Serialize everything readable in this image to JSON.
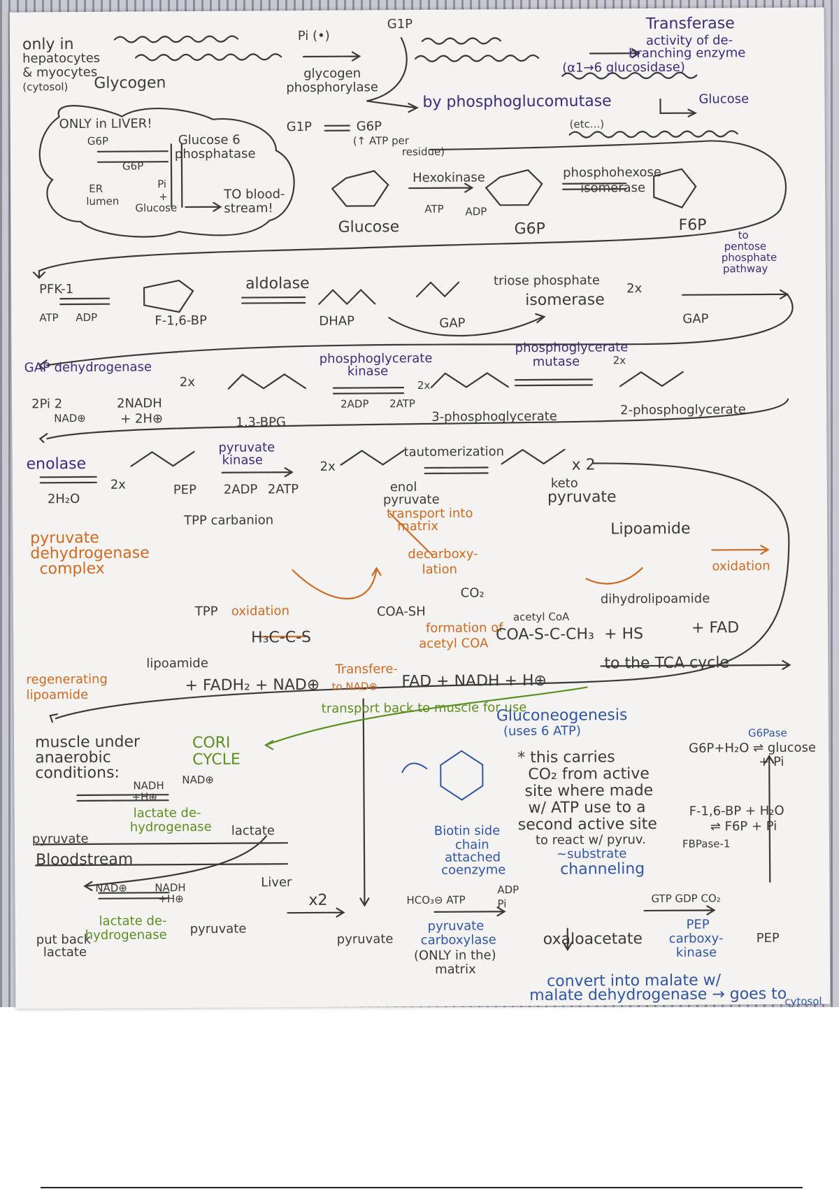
{
  "glycogen": {
    "note_hepatocytes": "only in",
    "note_hepatocytes2": "hepatocytes",
    "note_myocytes": "& myocytes",
    "note_cytosol": "(cytosol)",
    "label": "Glycogen",
    "pi": "Pi (•)",
    "enzyme": "glycogen",
    "enzyme2": "phosphorylase",
    "g1p": "G1P",
    "transferase": "Transferase",
    "transferase2": "activity of de-",
    "transferase3": "branching enzyme",
    "glucosidase": "(α1→6 glucosidase)",
    "free_glucose": "Glucose",
    "etc": "(etc...)",
    "phosphoglucomutase": "by phosphoglucomutase"
  },
  "liver_box": {
    "title": "ONLY in LIVER!",
    "g6p": "G6P",
    "g6p2": "G6P",
    "enzyme": "Glucose 6",
    "enzyme2": "phosphatase",
    "pi": "Pi",
    "plus": "+",
    "glucose": "Glucose",
    "er": "ER",
    "lumen": "lumen",
    "to_blood": "TO blood-",
    "to_blood2": "stream!"
  },
  "glycolysis_top": {
    "g1p": "G1P",
    "g6p": "G6P",
    "atp_note": "(↑ ATP per",
    "atp_note2": "residue)",
    "hexokinase": "Hexokinase",
    "atp": "ATP",
    "adp": "ADP",
    "glucose": "Glucose",
    "g6p_label": "G6P",
    "phi": "phosphohexose",
    "phi2": "isomerase",
    "f6p": "F6P",
    "ppp": "to",
    "ppp2": "pentose",
    "ppp3": "phosphate",
    "ppp4": "pathway"
  },
  "row2": {
    "pfk": "PFK-1",
    "atp": "ATP",
    "adp": "ADP",
    "f16bp": "F-1,6-BP",
    "aldolase": "aldolase",
    "dhap": "DHAP",
    "gap": "GAP",
    "tpi": "triose phosphate",
    "tpi2": "isomerase",
    "times2": "2x",
    "gap2": "GAP"
  },
  "row3": {
    "gapdh": "GAP dehydrogenase",
    "times2": "2x",
    "reagents": "2Pi   2",
    "nad": "NAD⊕",
    "nadh": "2NADH",
    "h": "+ 2H⊕",
    "bpg": "1,3-BPG",
    "pgk": "phosphoglycerate",
    "pgk2": "kinase",
    "adp": "2ADP",
    "atp": "2ATP",
    "two_x": "2x",
    "pg3": "3-phosphoglycerate",
    "pgm": "phosphoglycerate",
    "pgm2": "mutase",
    "pgm_x": "2x",
    "pg2": "2-phosphoglycerate"
  },
  "row4": {
    "enolase": "enolase",
    "h2o": "2H₂O",
    "times2": "2x",
    "pep": "PEP",
    "pk": "pyruvate",
    "pk2": "kinase",
    "adp": "2ADP",
    "atp": "2ATP",
    "two_x": "2x",
    "taut": "tautomerization",
    "enol": "enol",
    "enol2": "pyruvate",
    "keto": "keto",
    "keto2": "pyruvate",
    "x2": "x 2"
  },
  "pdh": {
    "title": "pyruvate",
    "title2": "dehydrogenase",
    "title3": "complex",
    "tpp_carbanion": "TPP carbanion",
    "transport": "transport into",
    "transport2": "matrix",
    "decarb": "decarboxy-",
    "decarb2": "lation",
    "co2": "CO₂",
    "lipoamide": "Lipoamide",
    "oxidation": "oxidation",
    "dihydro": "dihydrolipoamide",
    "tpp": "TPP",
    "oxidation2": "oxidation",
    "coa": "COA-SH",
    "formation": "formation of",
    "formation2": "acetyl COA",
    "acetyl_coa": "acetyl CoA",
    "acetyl_formula": "COA-S-C-CH₃",
    "plus_hs": "+ HS",
    "fad": "+ FAD",
    "tca": "to the TCA cycle",
    "regen": "regenerating",
    "regen2": "lipoamide",
    "lipoamide2": "lipoamide",
    "fadh2": "+ FADH₂ + NAD⊕",
    "transfer": "Transfere-",
    "transfer2": "to NAD⊕",
    "fad_nadh": "FAD + NADH + H⊕",
    "thioester": "H₃C-C-S"
  },
  "cori": {
    "transport_back": "transport back to muscle for use",
    "muscle": "muscle under",
    "muscle2": "anaerobic",
    "muscle3": "conditions:",
    "cycle": "CORI",
    "cycle2": "CYCLE",
    "nadh": "NADH",
    "h": "+H⊕",
    "nad": "NAD⊕",
    "ldh": "lactate de-",
    "ldh2": "hydrogenase",
    "pyruvate": "pyruvate",
    "lactate": "lactate",
    "bloodstream": "Bloodstream",
    "liver": "Liver",
    "nad2": "NAD⊕",
    "nadh2": "NADH",
    "h2": "+H⊕",
    "ldh3": "lactate de-",
    "ldh4": "hydrogenase",
    "pyruvate2": "pyruvate",
    "putback": "put back",
    "putback2": "lactate",
    "x2": "x2"
  },
  "gng": {
    "title": "Gluconeogenesis",
    "title2": "(uses 6 ATP)",
    "note": "* this carries",
    "note2": "CO₂ from active",
    "note3": "site where made",
    "note4": "w/ ATP use to a",
    "note5": "second active site",
    "note6": "to react w/ pyruv.",
    "note7": "~substrate",
    "note8": "channeling",
    "biotin": "Biotin side",
    "biotin2": "chain",
    "biotin3": "attached",
    "biotin4": "coenzyme",
    "pyruvate": "pyruvate",
    "reagents": "HCO₃⊖  ATP",
    "adp": "ADP",
    "pi": "Pi",
    "pc": "pyruvate",
    "pc2": "carboxylase",
    "pc3": "(ONLY in the)",
    "pc4": "matrix",
    "oaa": "oxaloacetate",
    "pepck_reag": "GTP GDP CO₂",
    "pepck": "PEP",
    "pepck2": "carboxy-",
    "pepck3": "kinase",
    "pep": "PEP",
    "malate": "convert into malate w/",
    "malate2": "malate dehydrogenase → goes to",
    "malate3": "cytosol",
    "g6pase": "G6Pase",
    "g6p_eq": "G6P+H₂O ⇌ glucose",
    "g6p_eq2": "+ Pi",
    "fbp_eq": "F-1,6-BP + H₂O",
    "fbp_eq2": "⇌ F6P + Pi",
    "fbpase": "FBPase-1"
  }
}
